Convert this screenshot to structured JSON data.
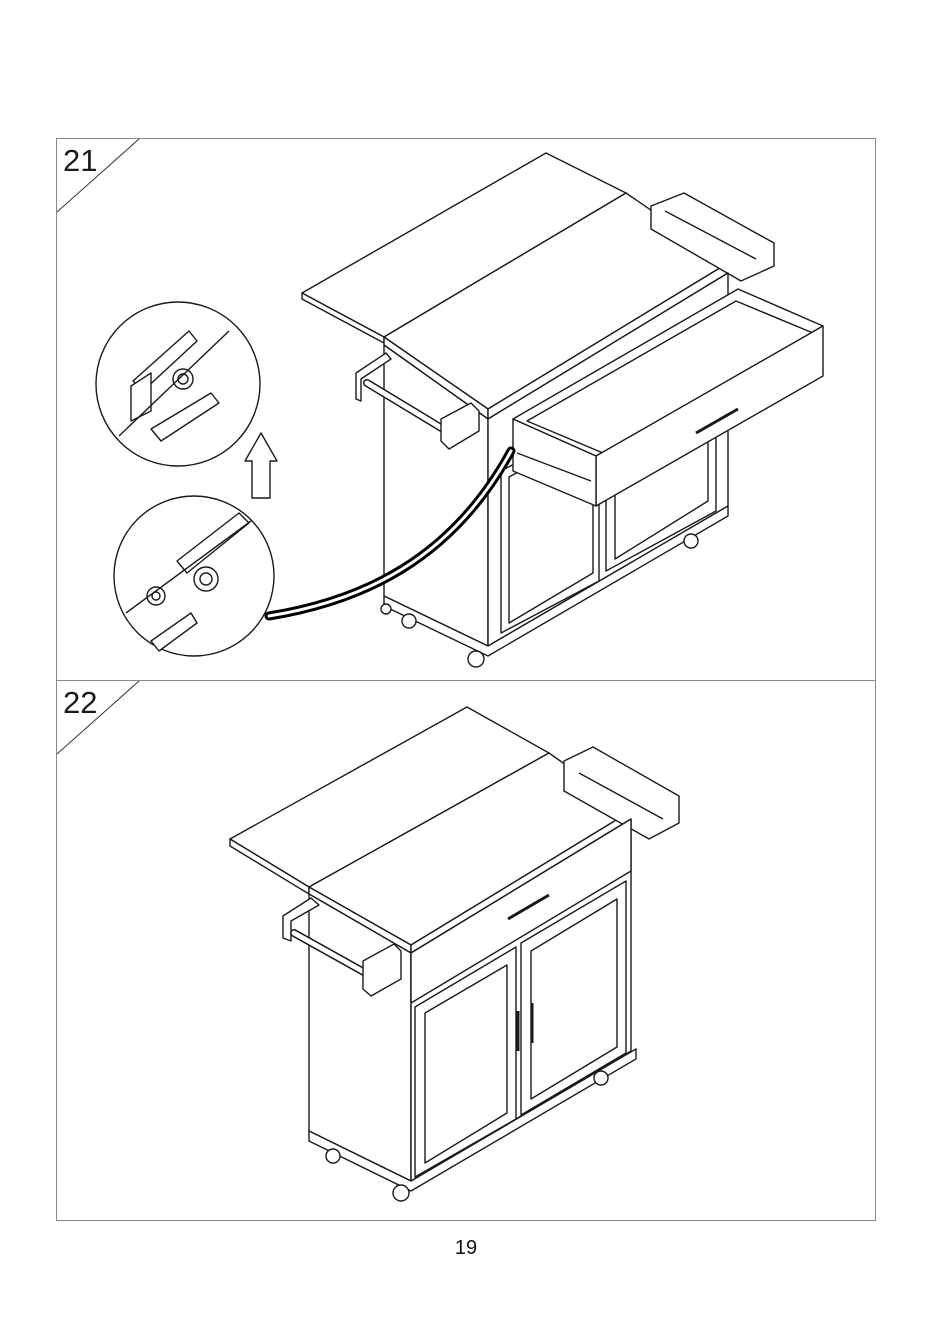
{
  "page": {
    "number": "19"
  },
  "steps": [
    {
      "number": "21"
    },
    {
      "number": "22"
    }
  ],
  "icons": {
    "arrow": "up-arrow-icon",
    "detail": "magnified-detail-circle"
  }
}
